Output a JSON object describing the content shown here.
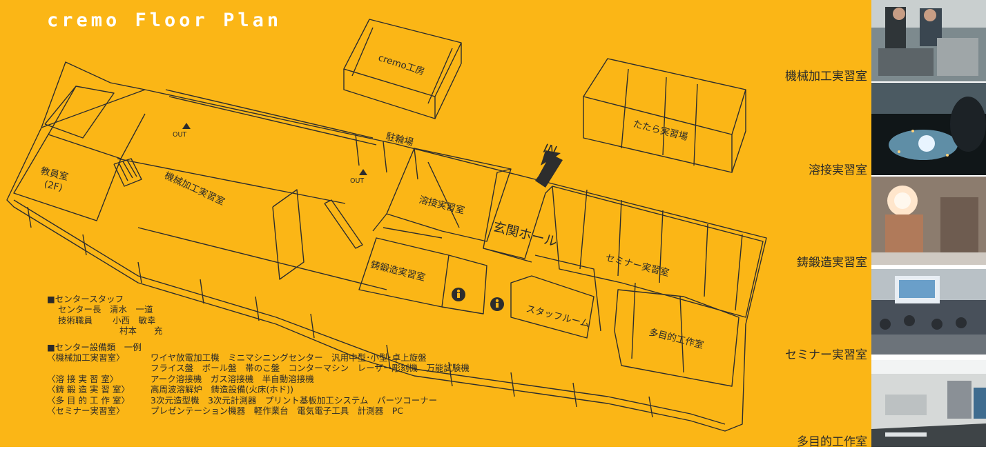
{
  "title": "cremo Floor Plan",
  "colors": {
    "background": "#fbb616",
    "line": "#2d2d2d",
    "text": "#2a2a2a",
    "title": "#ffffff"
  },
  "rooms": {
    "workshop": "cremo工房",
    "bicycle_parking": "駐輪場",
    "tatara": "たたら実習場",
    "staff_office": "教員室",
    "staff_office_floor": "(2F)",
    "machining": "機械加工実習室",
    "welding": "溶接実習室",
    "entrance_hall": "玄関ホール",
    "seminar": "セミナー実習室",
    "casting": "鋳鍛造実習室",
    "staff_room": "スタッフルーム",
    "multipurpose": "多目的工作室"
  },
  "markers": {
    "out_1": "OUT",
    "out_2": "OUT",
    "in": "IN"
  },
  "staff": {
    "heading": "■センタースタッフ",
    "director_role": "センター長",
    "director_name": "清水　一道",
    "tech_role": "技術職員",
    "tech_name_1": "小西　敏幸",
    "tech_name_2": "村本　　充"
  },
  "equipment": {
    "heading": "■センター設備類　一例",
    "items": [
      {
        "room": "〈機械加工実習室〉",
        "list": "ワイヤ放電加工機　ミニマシニングセンター　汎用中型･小型･卓上旋盤"
      },
      {
        "room": "",
        "list": "フライス盤　ボール盤　帯のこ盤　コンターマシン　レーザー彫刻機　万能試験機"
      },
      {
        "room": "〈溶 接 実 習 室〉",
        "list": "アーク溶接機　ガス溶接機　半自動溶接機"
      },
      {
        "room": "〈鋳 鍛 造 実 習 室〉",
        "list": "高周波溶解炉　鋳造設備(火床(ホド))"
      },
      {
        "room": "〈多 目 的 工 作 室〉",
        "list": "3次元造型機　3次元計測器　プリント基板加工システム　パーツコーナー"
      },
      {
        "room": "〈セミナー実習室〉",
        "list": "プレゼンテーション機器　軽作業台　電気電子工具　計測器　PC"
      }
    ]
  },
  "photos": [
    {
      "caption": "機械加工実習室",
      "icon": "machining-photo"
    },
    {
      "caption": "溶接実習室",
      "icon": "welding-photo"
    },
    {
      "caption": "鋳鍛造実習室",
      "icon": "casting-photo"
    },
    {
      "caption": "セミナー実習室",
      "icon": "seminar-photo"
    },
    {
      "caption": "多目的工作室",
      "icon": "workshop-photo"
    }
  ]
}
